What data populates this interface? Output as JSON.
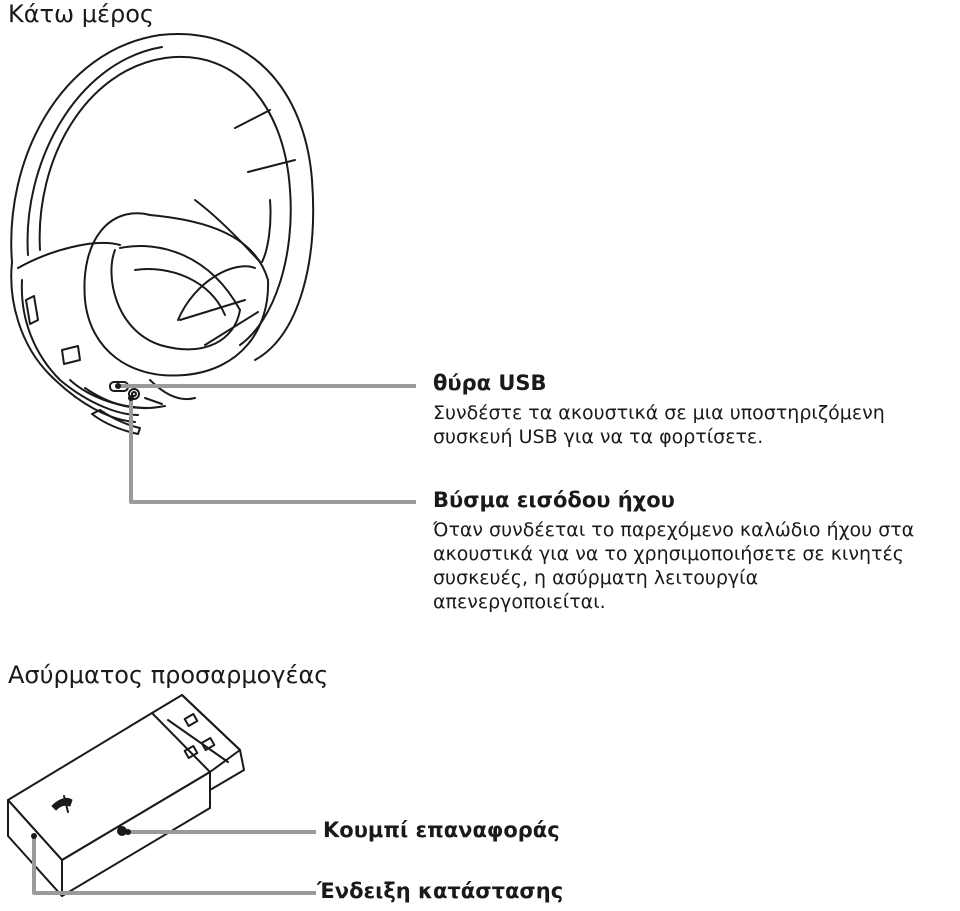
{
  "headset_section": {
    "title": "Κάτω μέρος"
  },
  "usb_port": {
    "title": "θύρα USB",
    "description_lines": [
      "Συνδέστε τα ακουστικά σε μια υποστηριζόμενη",
      "συσκευή USB για να τα φορτίσετε."
    ]
  },
  "audio_input": {
    "title": "Βύσμα εισόδου ήχου",
    "description_lines": [
      "Όταν συνδέεται το παρεχόμενο καλώδιο ήχου στα",
      "ακουστικά για να το χρησιμοποιήσετε σε κινητές",
      "συσκευές, η ασύρματη λειτουργία",
      "απενεργοποιείται."
    ]
  },
  "adapter_section": {
    "title": "Ασύρματος προσαρμογέας",
    "reset_button_label": "Κουμπί επαναφοράς",
    "status_indicator_label": "Ένδειξη κατάστασης"
  },
  "colors": {
    "leader_line": "#9a9a9a",
    "drawing_stroke": "#1a1a1a",
    "text": "#1a1a1a"
  }
}
